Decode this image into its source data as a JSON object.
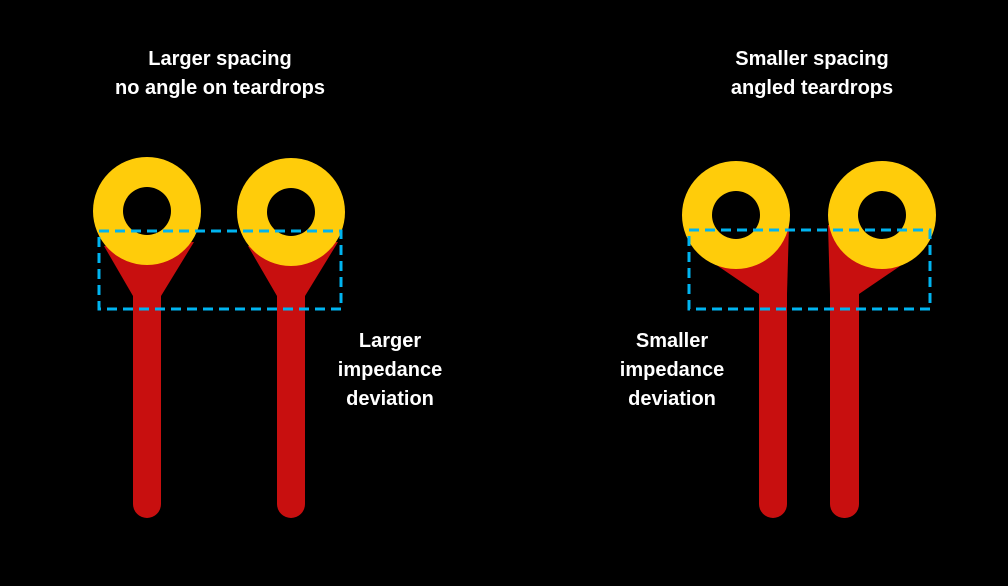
{
  "left_panel": {
    "title_lines": [
      "Larger spacing",
      "no angle on teardrops"
    ],
    "note_lines": [
      "Larger",
      "impedance",
      "deviation"
    ]
  },
  "right_panel": {
    "title_lines": [
      "Smaller spacing",
      "angled teardrops"
    ],
    "note_lines": [
      "Smaller",
      "impedance",
      "deviation"
    ]
  },
  "colors": {
    "background": "#000000",
    "pad": "#FFCC0A",
    "trace": "#C80F0F",
    "highlight_box": "#00B4F0",
    "text": "#FFFFFF"
  }
}
